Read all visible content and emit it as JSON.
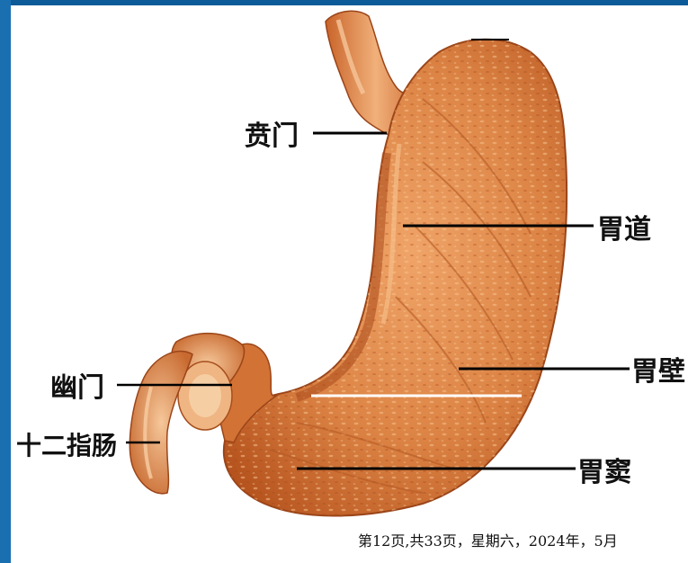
{
  "labels": {
    "cardia": "贲门",
    "stomach_lumen": "胃道",
    "stomach_wall": "胃壁",
    "pylorus": "幽门",
    "duodenum": "十二指肠",
    "antrum": "胃窦"
  },
  "footer": "第12页,共33页，星期六，2024年，5月",
  "colors": {
    "background_frame": "#1570b8",
    "canvas": "#ffffff",
    "stomach_dark": "#b8531e",
    "stomach_mid": "#d77a3d",
    "stomach_light": "#f2b27a",
    "leader_line": "#000000"
  }
}
